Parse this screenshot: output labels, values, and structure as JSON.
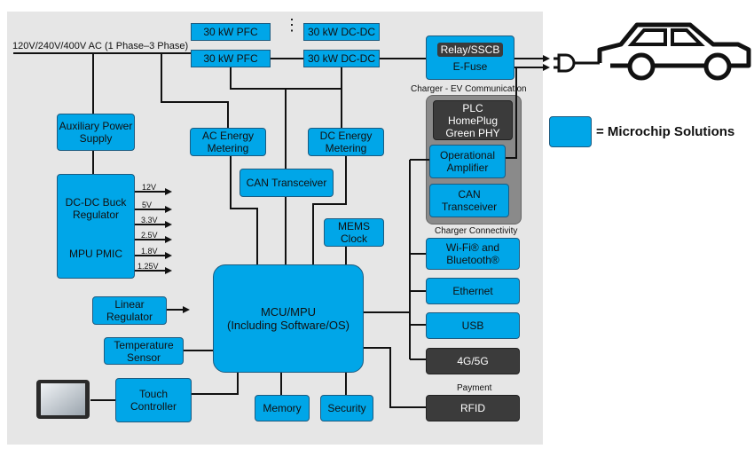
{
  "input_label": "120V/240V/400V AC (1 Phase–3 Phase)",
  "pfc_top": "30 kW PFC",
  "pfc_bottom": "30 kW PFC",
  "dcdc_top": "30 kW DC-DC",
  "dcdc_bottom": "30 kW DC-DC",
  "ellipsis": "⋮",
  "relay": "Relay/SSCB",
  "efuse": "E-Fuse",
  "ev_comm_label": "Charger - EV Communication",
  "plc": "PLC\nHomePlug\nGreen PHY",
  "op_amp": "Operational\nAmplifier",
  "can_xcvr_right": "CAN\nTransceiver",
  "aux_power": "Auxiliary Power\nSupply",
  "ac_meter": "AC Energy\nMetering",
  "dc_meter": "DC Energy\nMetering",
  "can_xcvr_center": "CAN Transceiver",
  "dcdc_buck": "DC-DC Buck\nRegulator",
  "mpu_pmic": "MPU PMIC",
  "rails": [
    "12V",
    "5V",
    "3.3V",
    "2.5V",
    "1.8V",
    "1.25V"
  ],
  "mems": "MEMS\nClock",
  "connectivity_label": "Charger Connectivity",
  "wifi_bt": "Wi-Fi® and\nBluetooth®",
  "ethernet": "Ethernet",
  "usb": "USB",
  "cell": "4G/5G",
  "payment_label": "Payment",
  "rfid": "RFID",
  "mcu": "MCU/MPU\n(Including Software/OS)",
  "linear_reg": "Linear\nRegulator",
  "temp_sensor": "Temperature\nSensor",
  "touch": "Touch\nController",
  "memory": "Memory",
  "security": "Security",
  "legend": "= Microchip Solutions",
  "colors": {
    "microchip_blue": "#00a6e8",
    "dark_block": "#3b3b3b",
    "panel": "#e6e6e6",
    "group_grey": "#8a8a8a"
  },
  "icons": [
    "tablet-icon",
    "ev-plug-icon",
    "electric-car-icon"
  ]
}
